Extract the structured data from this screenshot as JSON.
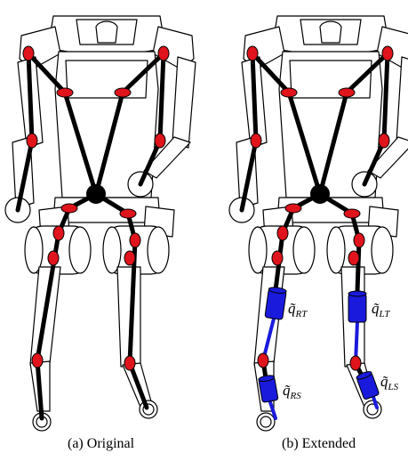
{
  "captions": {
    "left": "(a) Original",
    "right": "(b) Extended"
  },
  "labels": {
    "q_rt": {
      "base": "q̃",
      "sub": "RT"
    },
    "q_lt": {
      "base": "q̃",
      "sub": "LT"
    },
    "q_rs": {
      "base": "q̃",
      "sub": "RS"
    },
    "q_ls": {
      "base": "q̃",
      "sub": "LS"
    }
  },
  "colors": {
    "joint": "#e0141c",
    "extension": "#1a1adc",
    "link": "#000000",
    "outline": "#000000",
    "body_fill": "#ffffff"
  }
}
